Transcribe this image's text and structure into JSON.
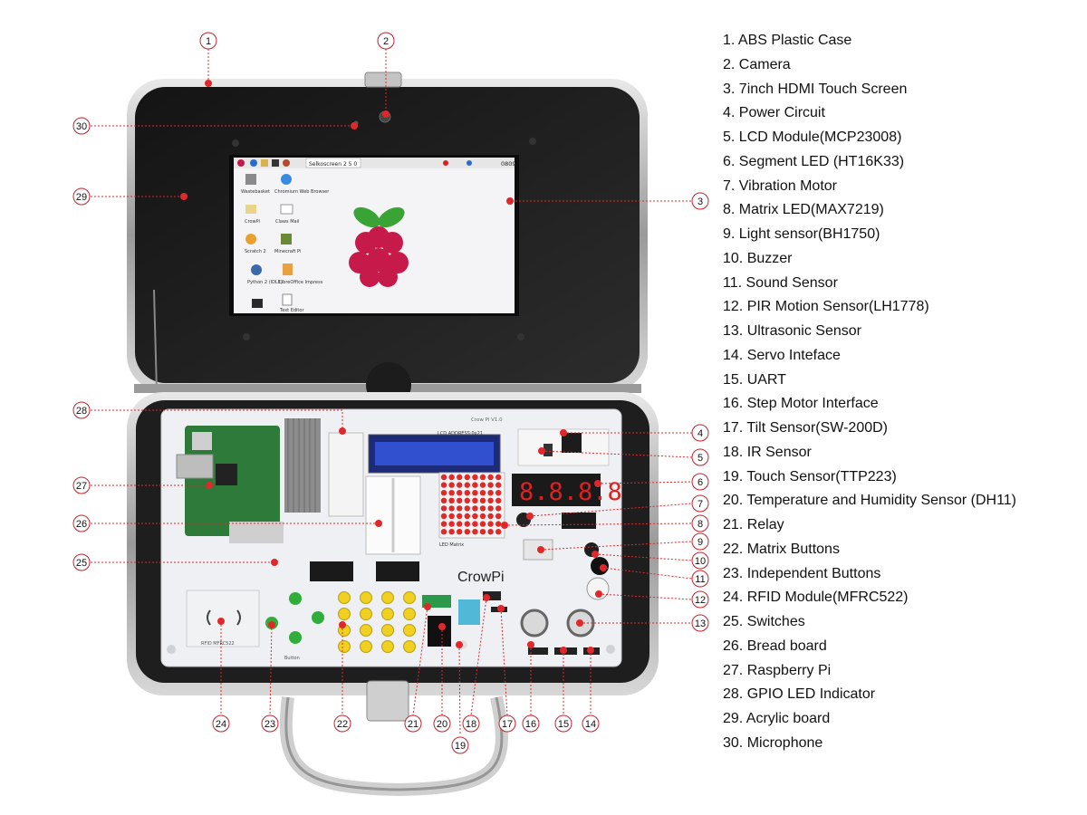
{
  "legend": [
    "1. ABS Plastic Case",
    "2. Camera",
    "3. 7inch HDMI Touch Screen",
    "4. Power Circuit",
    "5. LCD Module(MCP23008)",
    "6. Segment LED (HT16K33)",
    "7. Vibration Motor",
    "8. Matrix LED(MAX7219)",
    "9. Light sensor(BH1750)",
    "10. Buzzer",
    "11. Sound Sensor",
    "12. PIR Motion Sensor(LH1778)",
    "13. Ultrasonic Sensor",
    "14. Servo Inteface",
    "15. UART",
    "16. Step Motor Interface",
    "17. Tilt Sensor(SW-200D)",
    "18. IR Sensor",
    "19. Touch Sensor(TTP223)",
    "20. Temperature and Humidity Sensor (DH11)",
    "21. Relay",
    "22. Matrix Buttons",
    "23. Independent Buttons",
    "24. RFID Module(MFRC522)",
    "25. Switches",
    "26. Bread board",
    "27. Raspberry Pi",
    "28. GPIO LED Indicator",
    "29. Acrylic board",
    "30. Microphone"
  ],
  "markers": {
    "m1": "1",
    "m2": "2",
    "m3": "3",
    "m4": "4",
    "m5": "5",
    "m6": "6",
    "m7": "7",
    "m8": "8",
    "m9": "9",
    "m10": "10",
    "m11": "11",
    "m12": "12",
    "m13": "13",
    "m14": "14",
    "m15": "15",
    "m16": "16",
    "m17": "17",
    "m18": "18",
    "m19": "19",
    "m20": "20",
    "m21": "21",
    "m22": "22",
    "m23": "23",
    "m24": "24",
    "m25": "25",
    "m26": "26",
    "m27": "27",
    "m28": "28",
    "m29": "29",
    "m30": "30"
  },
  "device": {
    "taskbar_text": "Selkoscreen 2 5 0",
    "clock": "0809",
    "desktop_icons": [
      "Wastebasket",
      "Chromium Web Browser",
      "CrowPi",
      "Claws Mail",
      "Scratch 2",
      "Minecraft Pi",
      "Python 2 (IDLE)",
      "LibreOffice Impress",
      "",
      "Text Editor"
    ],
    "board_label": "Crow Pi V1.0",
    "lcd_caption": "LCD ADDRESS:0x21",
    "segment_display": "8.8.8.8",
    "brand": "CrowPi",
    "rfid_label": "RFID MFRC522",
    "matrix_caption": "LED Matrix",
    "button_label": "Button"
  },
  "colors": {
    "leader": "#e0282b",
    "marker_ring": "#c8202a",
    "case": "#1e1e1e",
    "board": "#eef0f3"
  }
}
